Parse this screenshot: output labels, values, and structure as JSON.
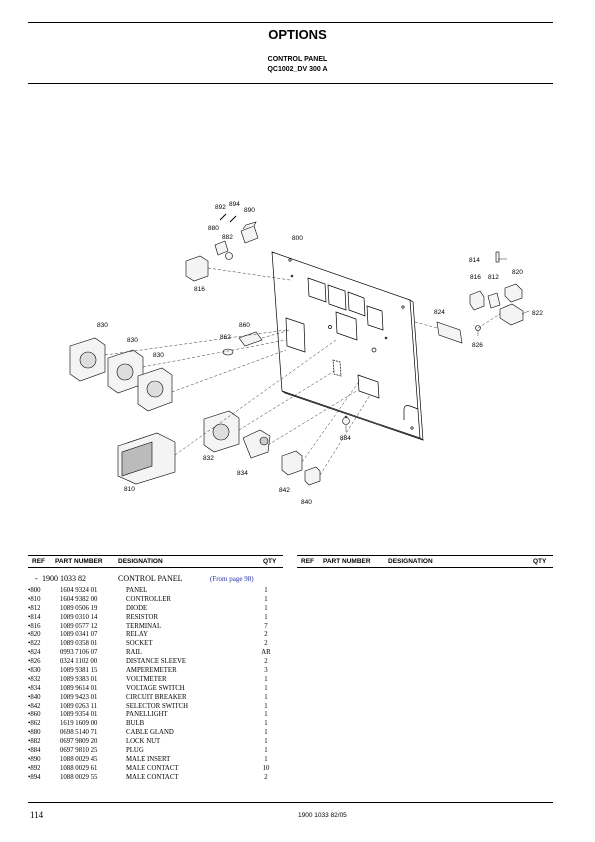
{
  "header": {
    "title": "OPTIONS",
    "subtitle_line1": "CONTROL PANEL",
    "subtitle_line2": "QC1002_DV 300 A"
  },
  "diagram": {
    "callouts": [
      "892",
      "894",
      "890",
      "880",
      "882",
      "816",
      "800",
      "814",
      "816",
      "812",
      "820",
      "822",
      "824",
      "826",
      "830",
      "830",
      "830",
      "862",
      "860",
      "832",
      "834",
      "810",
      "842",
      "840",
      "884"
    ]
  },
  "table": {
    "columns": {
      "ref": "REF",
      "part_number": "PART NUMBER",
      "designation": "DESIGNATION",
      "qty": "QTY"
    },
    "rows": [
      {
        "ref": "-",
        "part_number": "1900 1033 82",
        "designation": "CONTROL PANEL",
        "note": "(From page 98)",
        "qty": ""
      },
      {
        "ref": "•800",
        "part_number": "1604 9324 01",
        "designation": "PANEL",
        "qty": "1"
      },
      {
        "ref": "•810",
        "part_number": "1604 9382 00",
        "designation": "CONTROLLER",
        "qty": "1"
      },
      {
        "ref": "•812",
        "part_number": "1089 0506 19",
        "designation": "DIODE",
        "qty": "1"
      },
      {
        "ref": "•814",
        "part_number": "1089 0310 14",
        "designation": "RESISTOR",
        "qty": "1"
      },
      {
        "ref": "•816",
        "part_number": "1089 0577 12",
        "designation": "TERMINAL",
        "qty": "7"
      },
      {
        "ref": "•820",
        "part_number": "1089 0341 07",
        "designation": "RELAY",
        "qty": "2"
      },
      {
        "ref": "•822",
        "part_number": "1089 0358 01",
        "designation": "SOCKET",
        "qty": "2"
      },
      {
        "ref": "•824",
        "part_number": "0993 7106 07",
        "designation": "RAIL",
        "qty": "AR"
      },
      {
        "ref": "•826",
        "part_number": "0324 1102 00",
        "designation": "DISTANCE SLEEVE",
        "qty": "2"
      },
      {
        "ref": "•830",
        "part_number": "1089 9381 15",
        "designation": "AMPEREMETER",
        "qty": "3"
      },
      {
        "ref": "•832",
        "part_number": "1089 9383 01",
        "designation": "VOLTMETER",
        "qty": "1"
      },
      {
        "ref": "•834",
        "part_number": "1089 9614 01",
        "designation": "VOLTAGE SWITCH",
        "qty": "1"
      },
      {
        "ref": "•840",
        "part_number": "1089 9423 01",
        "designation": "CIRCUIT BREAKER",
        "qty": "1"
      },
      {
        "ref": "•842",
        "part_number": "1089 0263 11",
        "designation": "SELECTOR SWITCH",
        "qty": "1"
      },
      {
        "ref": "•860",
        "part_number": "1089 9354 01",
        "designation": "PANELLIGHT",
        "qty": "1"
      },
      {
        "ref": "•862",
        "part_number": "1619 1609 00",
        "designation": "BULB",
        "qty": "1"
      },
      {
        "ref": "•880",
        "part_number": "0698 5140 71",
        "designation": "CABLE GLAND",
        "qty": "1"
      },
      {
        "ref": "•882",
        "part_number": "0697 9809 20",
        "designation": "LOCK NUT",
        "qty": "1"
      },
      {
        "ref": "•884",
        "part_number": "0697 9810 25",
        "designation": "PLUG",
        "qty": "1"
      },
      {
        "ref": "•890",
        "part_number": "1088 0029 45",
        "designation": "MALE INSERT",
        "qty": "1"
      },
      {
        "ref": "•892",
        "part_number": "1088 0029 61",
        "designation": "MALE CONTACT",
        "qty": "10"
      },
      {
        "ref": "•894",
        "part_number": "1088 0029 55",
        "designation": "MALE CONTACT",
        "qty": "2"
      }
    ]
  },
  "footer": {
    "page_number": "114",
    "doc_ref": "1900 1033 82/05"
  }
}
